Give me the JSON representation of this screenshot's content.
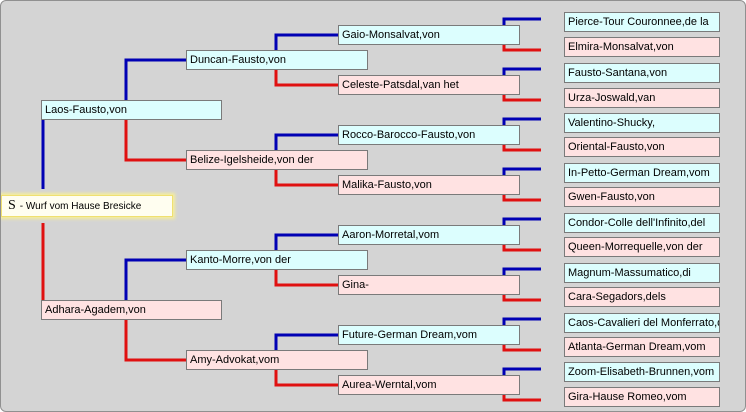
{
  "subject": {
    "sex": "S",
    "name": "- Wurf vom Hause Bresicke"
  },
  "colors": {
    "sire_line": "#0000b4",
    "dam_line": "#e01010",
    "sire_box": "#dcfefe",
    "dam_box": "#ffe2e2",
    "background": "#d4d4d4"
  },
  "parents": {
    "sire": "Laos-Fausto,von",
    "dam": "Adhara-Agadem,von"
  },
  "grandparents": {
    "sire_sire": "Duncan-Fausto,von",
    "sire_dam": "Belize-Igelsheide,von der",
    "dam_sire": "Kanto-Morre,von der",
    "dam_dam": "Amy-Advokat,vom"
  },
  "great_grandparents": [
    "Gaio-Monsalvat,von",
    "Celeste-Patsdal,van het",
    "Rocco-Barocco-Fausto,von",
    "Malika-Fausto,von",
    "Aaron-Morretal,vom",
    "Gina-",
    "Future-German Dream,vom",
    "Aurea-Werntal,vom"
  ],
  "great_great_grandparents": [
    "Pierce-Tour Couronnee,de la",
    "Elmira-Monsalvat,von",
    "Fausto-Santana,von",
    "Urza-Joswald,van",
    "Valentino-Shucky,",
    "Oriental-Fausto,von",
    "In-Petto-German Dream,vom",
    "Gwen-Fausto,von",
    "Condor-Colle dell'Infinito,del",
    "Queen-Morrequelle,von der",
    "Magnum-Massumatico,di",
    "Cara-Segadors,dels",
    "Caos-Cavalieri del Monferrato,dei",
    "Atlanta-German Dream,vom",
    "Zoom-Elisabeth-Brunnen,vom",
    "Gira-Hause Romeo,vom"
  ]
}
